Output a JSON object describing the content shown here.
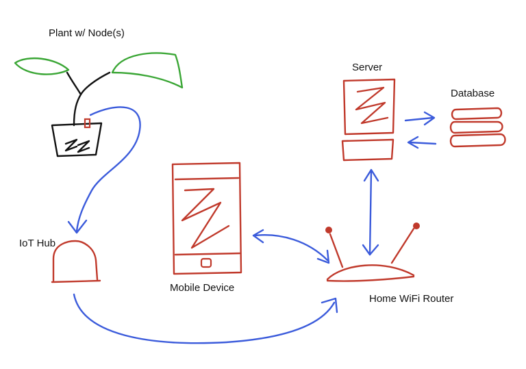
{
  "labels": {
    "plant": "Plant w/ Node(s)",
    "server": "Server",
    "database": "Database",
    "iot_hub": "IoT Hub",
    "mobile": "Mobile Device",
    "router": "Home WiFi Router"
  },
  "colors": {
    "red": "#c0392b",
    "blue": "#3b5bdb",
    "green": "#3aa635",
    "black": "#111111"
  }
}
